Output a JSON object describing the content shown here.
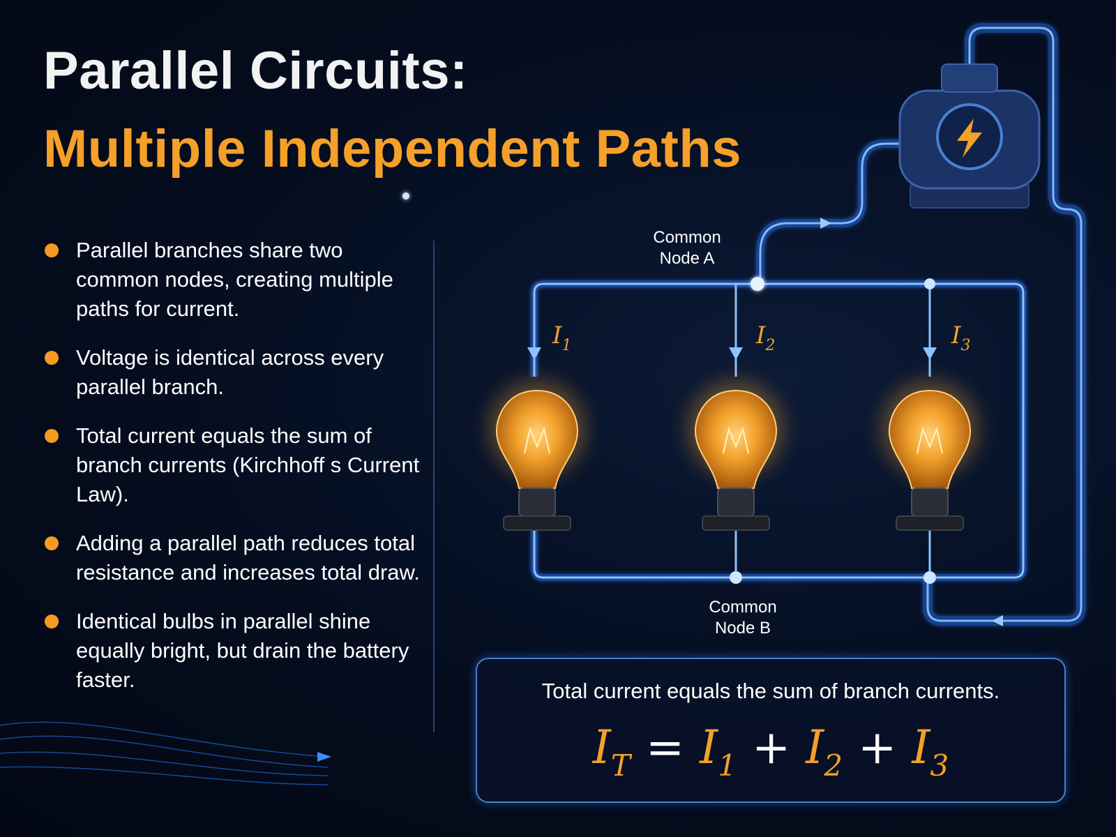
{
  "title": {
    "line1": "Parallel Circuits:",
    "line2": "Multiple Independent Paths"
  },
  "bullets": [
    "Parallel branches share two common nodes, creating multiple paths for current.",
    "Voltage is identical across every parallel branch.",
    "Total current equals the sum of branch currents (Kirchhoff s Current Law).",
    "Adding a parallel path reduces total resistance and increases total draw.",
    "Identical bulbs in parallel shine equally bright, but drain the battery faster."
  ],
  "diagram": {
    "node_a": {
      "line1": "Common",
      "line2": "Node A"
    },
    "node_b": {
      "line1": "Common",
      "line2": "Node B"
    },
    "branches": [
      {
        "label": "I",
        "sub": "1"
      },
      {
        "label": "I",
        "sub": "2"
      },
      {
        "label": "I",
        "sub": "3"
      }
    ],
    "source_icon": "lightning-bolt-icon",
    "bulb_icon": "light-bulb-icon"
  },
  "equation": {
    "caption": "Total current equals the sum of branch currents.",
    "terms": [
      {
        "label": "I",
        "sub": "T"
      },
      {
        "op": "="
      },
      {
        "label": "I",
        "sub": "1"
      },
      {
        "op": "+"
      },
      {
        "label": "I",
        "sub": "2"
      },
      {
        "op": "+"
      },
      {
        "label": "I",
        "sub": "3"
      }
    ]
  },
  "colors": {
    "accent": "#f5a02a",
    "wire": "#3f8cff",
    "background": "#050d1f"
  }
}
